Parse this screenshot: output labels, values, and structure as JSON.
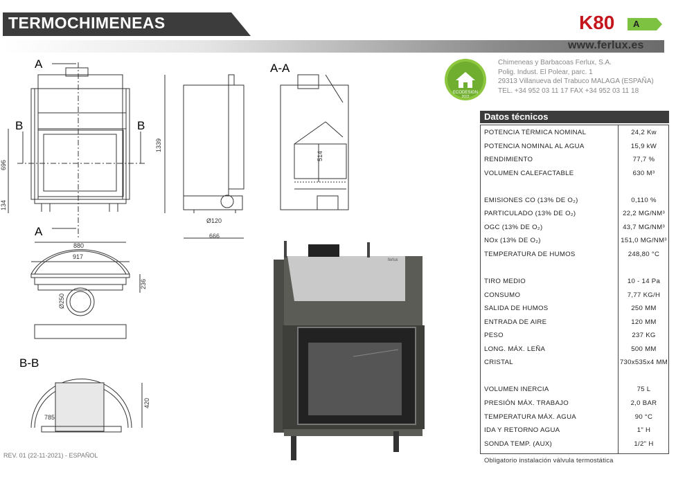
{
  "header": {
    "title": "TERMOCHIMENEAS",
    "model": "K80",
    "energy_class": "A",
    "website": "www.ferlux.es"
  },
  "company": {
    "logo_text": "ECODESIGN",
    "logo_year": "2022",
    "lines": [
      "Chimeneas y Barbacoas Ferlux, S.A.",
      "Polig. Indust. El Polear, parc. 1",
      "29313 Villanueva del Trabuco  MALAGA (ESPAÑA)",
      "TEL. +34 952 03 11 17   FAX +34 952 03 11 18"
    ]
  },
  "datos": {
    "title": "Datos técnicos",
    "rows": [
      {
        "label": "POTENCIA TÉRMICA NOMINAL",
        "value": "24,2 Kw"
      },
      {
        "label": "POTENCIA NOMINAL AL AGUA",
        "value": "15,9 kW"
      },
      {
        "label": "RENDIMIENTO",
        "value": "77,7 %"
      },
      {
        "label": "VOLUMEN CALEFACTABLE",
        "value": "630 M³"
      },
      {
        "label": "",
        "value": ""
      },
      {
        "label": "EMISIONES CO (13% DE O₂)",
        "value": "0,110 %"
      },
      {
        "label": "PARTICULADO (13% DE O₂)",
        "value": "22,2 MG/NM³"
      },
      {
        "label": "OGC (13% DE O₂)",
        "value": "43,7 MG/NM³"
      },
      {
        "label": "NOx (13% DE O₂)",
        "value": "151,0 MG/NM³"
      },
      {
        "label": "TEMPERATURA DE HUMOS",
        "value": "248,80 °C"
      },
      {
        "label": "",
        "value": ""
      },
      {
        "label": "TIRO MEDIO",
        "value": "10 - 14 Pa"
      },
      {
        "label": "CONSUMO",
        "value": "7,77 KG/H"
      },
      {
        "label": "SALIDA DE HUMOS",
        "value": "250 MM"
      },
      {
        "label": "ENTRADA DE AIRE",
        "value": "120 MM"
      },
      {
        "label": "PESO",
        "value": "237 KG"
      },
      {
        "label": "LONG. MÁX. LEÑA",
        "value": "500 MM"
      },
      {
        "label": "CRISTAL",
        "value": "730x535x4 MM"
      },
      {
        "label": "",
        "value": ""
      },
      {
        "label": "VOLUMEN INERCIA",
        "value": "75 L"
      },
      {
        "label": "PRESIÓN MÁX. TRABAJO",
        "value": "2,0 BAR"
      },
      {
        "label": "TEMPERATURA MÁX. AGUA",
        "value": "90 °C"
      },
      {
        "label": "IDA Y RETORNO AGUA",
        "value": "1\" H"
      },
      {
        "label": "SONDA TEMP. (AUX)",
        "value": "1/2\" H"
      }
    ],
    "footnote": "Obligatorio instalación válvula termostática"
  },
  "drawings": {
    "front": {
      "section_a": "A",
      "section_b": "B",
      "width": "880",
      "height_total": "1339",
      "height_door": "696",
      "height_base": "134"
    },
    "side": {
      "depth": "666",
      "air_inlet": "Ø120"
    },
    "section_aa": {
      "label": "A-A",
      "dim": "514"
    },
    "top": {
      "width": "917",
      "depth": "236",
      "flue": "Ø250"
    },
    "section_bb": {
      "label": "B-B",
      "dim_a": "785",
      "dim_b": "420"
    },
    "product_brand": "ferlux"
  },
  "revision": "REV. 01 (22-11-2021) - ESPAÑOL",
  "colors": {
    "brand_red": "#c4161c",
    "energy_green": "#7ec242",
    "header_dark": "#3c3c3c"
  }
}
